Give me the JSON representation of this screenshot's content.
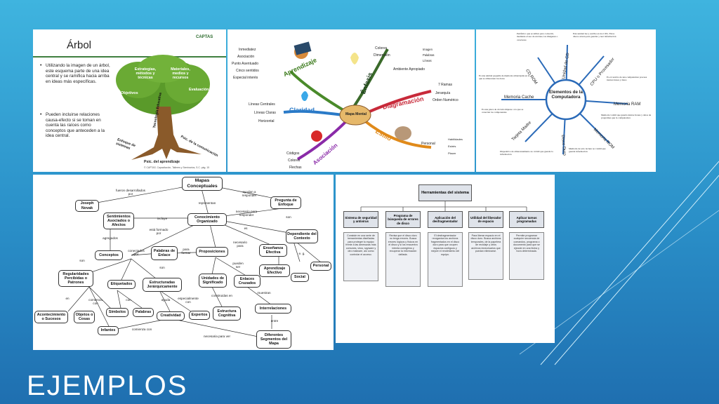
{
  "slide": {
    "title": "EJEMPLOS"
  },
  "arbol": {
    "heading": "Árbol",
    "bullet1": "Utilizando la imagen de un árbol, este esquema parte de una idea central y se ramifica hacia arriba en ideas más específicas.",
    "bullet2": "Pueden incluirse relaciones causa-efecto si se toman en cuenta las raíces como conceptos que anteceden a la idea central.",
    "logo": "CAPTAS",
    "crown1": "Estrategias, métodos y técnicas",
    "crown2": "Materiales, medios y recursos",
    "crown3": "Objetivos",
    "crown4": "Evaluación",
    "trunk": "Tecnología Educativa",
    "root1": "Enfoque de sistemas",
    "root2": "Psic. de la comunicación",
    "root3": "Psic. del aprendizaje",
    "footer": "© CAPTAS. Capacitación, Talleres y Seminarios, S.C. pág. 15"
  },
  "mindmap": {
    "center": "Mapa Mental",
    "aprendizaje": "Aprendizaje",
    "aprendizaje_items": [
      "Inmediatez",
      "Asociación",
      "Punto Asentuado",
      "Cinco sentidos",
      "Especial interés"
    ],
    "enfasis": "Énfasis",
    "enfasis_items": [
      "Colores",
      "Dimensión",
      "Imagen",
      "Palabras",
      "Líneas",
      "Ambiente Apropiado"
    ],
    "claridad": "Claridad",
    "claridad_items": [
      "Líneas Centrales",
      "Líneas Claras",
      "Horizontal"
    ],
    "diagramacion": "Diagramación",
    "diagramacion_items": [
      "7 Ramas",
      "Jerarquía",
      "Orden Numérico"
    ],
    "asociacion": "Asociación",
    "asociacion_items": [
      "Códigos",
      "Colores",
      "Flechas"
    ],
    "estilo": "Estilo",
    "estilo_items": [
      "Personal",
      "Habilidades",
      "Estrés",
      "Placer"
    ]
  },
  "computadora": {
    "center": "Elementos de la Computadora",
    "spokes": [
      "CD ROM",
      "Unidad de CD",
      "CPU o Procesador",
      "Memoria RAM",
      "Memoria ROM",
      "Disco Duro",
      "Tarjeta Madre",
      "Memoria Cache"
    ],
    "texts": [
      "Periférico que se utiliza para convertir, mediante el uso de un láser, las imágenes o caracteres",
      "Esta unidad lee y escribe en los CD's. Estos discos sirven para guardar y leer información",
      "Es una unidad pequeña de memoria ultrarrápida en la que se almacenan los datos",
      "Es el cerebro de una computadora procesa instrucciones y datos",
      "Memoria volátil que guarda instrucciones y datos de programas que la computadora",
      "Es una placa de circuito impreso a la que se conectan los componentes",
      "Dispositivo de almacenamiento no volátil que guarda la información",
      "Memoria de solo lectura no volátil que guarda información"
    ]
  },
  "conceptual": {
    "title": "Mapas Conceptuales",
    "nodes": {
      "joseph": "Joseph Novak",
      "pregunta": "Pregunta de Enfoque",
      "conocimiento": "Conocimiento Organizado",
      "sentimientos": "Sentimientos Asociados o Afectos",
      "dependiente": "Dependiente del Contexto",
      "conceptos": "Conceptos",
      "palabras_enlace": "Palabras de Enlace",
      "proposiciones": "Proposiciones",
      "ensenanza": "Enseñanza Efectiva",
      "aprendizaje": "Aprendizaje Efectivo",
      "social": "Social",
      "personal": "Personal",
      "regularidades": "Regularidades Percibidas o Patrones",
      "etiquetados": "Etiquetados",
      "estructuradas": "Estructuradas Jerárquicamente",
      "unidades": "Unidades de Significado",
      "enlaces": "Enlaces Cruzados",
      "acontecimiento": "Acontecimiento o Sucesos",
      "objetos": "Objetos o Cosas",
      "simbolos": "Símbolos",
      "palabras": "Palabras",
      "creatividad": "Creatividad",
      "expertos": "Expertos",
      "cognitiva": "Estructura Cognitiva",
      "interrelaciones": "Interrelaciones",
      "infantes": "Infantes",
      "segmentos": "Diferentes Segmentos del Mapa"
    },
    "links": {
      "fueron": "fueron desarrollados por",
      "ayudan": "ayudan a responder",
      "representan": "representan",
      "incluye": "incluye",
      "necesario_responder": "necesario para responder",
      "es": "es",
      "son": "son",
      "esta_formado": "está formado por",
      "conectados": "conectados por",
      "para_formar": "para formar",
      "necesario_para": "necesario para",
      "agregados": "agregados",
      "son2": "son",
      "son3": "son",
      "pueden_ser": "pueden ser",
      "en": "en",
      "comienza": "comienza con",
      "con": "con",
      "ayuda": "ayuda",
      "especialmente": "especialmente con",
      "construidas": "construidas en",
      "muestran": "muestran",
      "entre": "entre",
      "comienza_con": "comienza con",
      "necesaria_ver": "necesaria para ver",
      "eg": "e. g."
    }
  },
  "herramientas": {
    "title": "Herramientas del sistema",
    "cols": [
      {
        "head": "Sistema de seguridad y antivirus",
        "body": "Consiste en una serie de herramientas diseñadas para proteger tu equipo frente a las amenazas más comunes, virus, spyware y otro malware, así como controlar el acceso."
      },
      {
        "head": "Programa de búsqueda de errores de disco",
        "body": "Revisa que el disco duro no tenga errores. Busca errores lógicos y físicos en el disco y si los encuentra intenta corregirlos y recuperar la información dañada."
      },
      {
        "head": "Aplicación del desfragmentador",
        "body": "El desfragmentador reorganiza los archivos fragmentados en el disco duro para que ocupen espacios contiguos y mejore el rendimiento del equipo."
      },
      {
        "head": "Utilidad del liberador de espacio",
        "body": "Para liberar espacio en el disco duro. Busca archivos temporales, de la papelera de reciclaje y otros archivos innecesarios que puedan eliminarse."
      },
      {
        "head": "Aplicar tareas programadas",
        "body": "Permite programar cualquier secuencia de comandos, programa o documento para que se ejecute en una fecha y hora determinada."
      }
    ]
  }
}
